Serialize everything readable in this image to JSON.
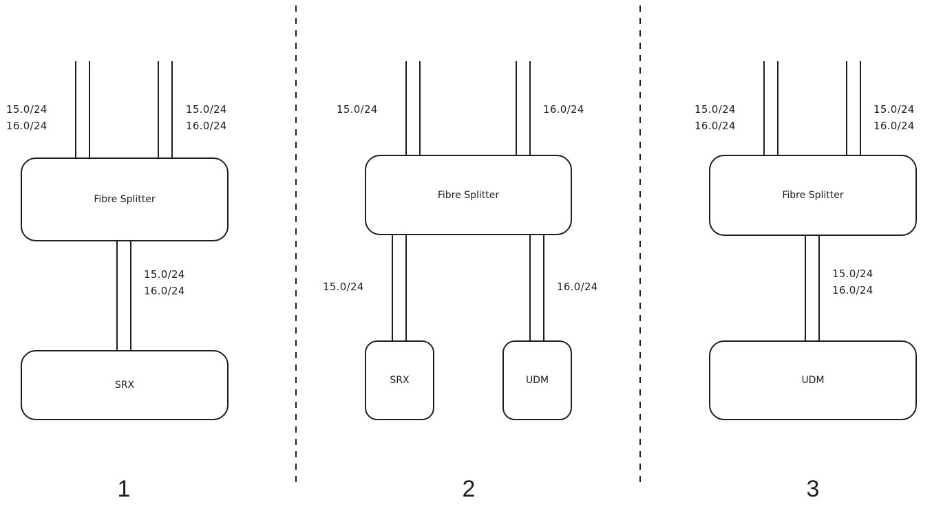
{
  "diagram": {
    "panels": [
      {
        "number": "1",
        "splitter_label": "Fibre Splitter",
        "inputs": [
          {
            "label": "15.0/24\n16.0/24"
          },
          {
            "label": "15.0/24\n16.0/24"
          }
        ],
        "outputs": [
          {
            "label": "15.0/24\n16.0/24",
            "device": "SRX"
          }
        ]
      },
      {
        "number": "2",
        "splitter_label": "Fibre Splitter",
        "inputs": [
          {
            "label": "15.0/24"
          },
          {
            "label": "16.0/24"
          }
        ],
        "outputs": [
          {
            "label": "15.0/24",
            "device": "SRX"
          },
          {
            "label": "16.0/24",
            "device": "UDM"
          }
        ]
      },
      {
        "number": "3",
        "splitter_label": "Fibre Splitter",
        "inputs": [
          {
            "label": "15.0/24\n16.0/24"
          },
          {
            "label": "15.0/24\n16.0/24"
          }
        ],
        "outputs": [
          {
            "label": "15.0/24\n16.0/24",
            "device": "UDM"
          }
        ]
      }
    ],
    "separator_style": "dashed",
    "stroke_color": "#1e1e1e",
    "background_color": "#ffffff"
  }
}
